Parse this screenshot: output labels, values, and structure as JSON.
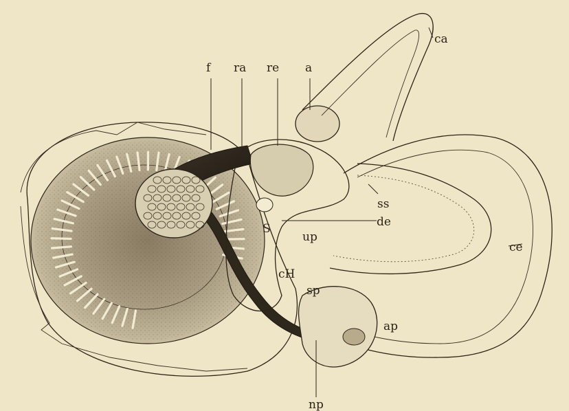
{
  "figure": {
    "labels": {
      "f": "f",
      "ra": "ra",
      "re": "re",
      "a": "a",
      "ca": "ca",
      "ss": "ss",
      "S": "S",
      "de": "de",
      "up": "up",
      "ce": "ce",
      "cH": "cH",
      "sp": "sp",
      "ap": "ap",
      "np": "np"
    }
  },
  "colors": {
    "paper": "#efe6c7",
    "ink": "#2c2418",
    "shade": "#8f8068"
  }
}
